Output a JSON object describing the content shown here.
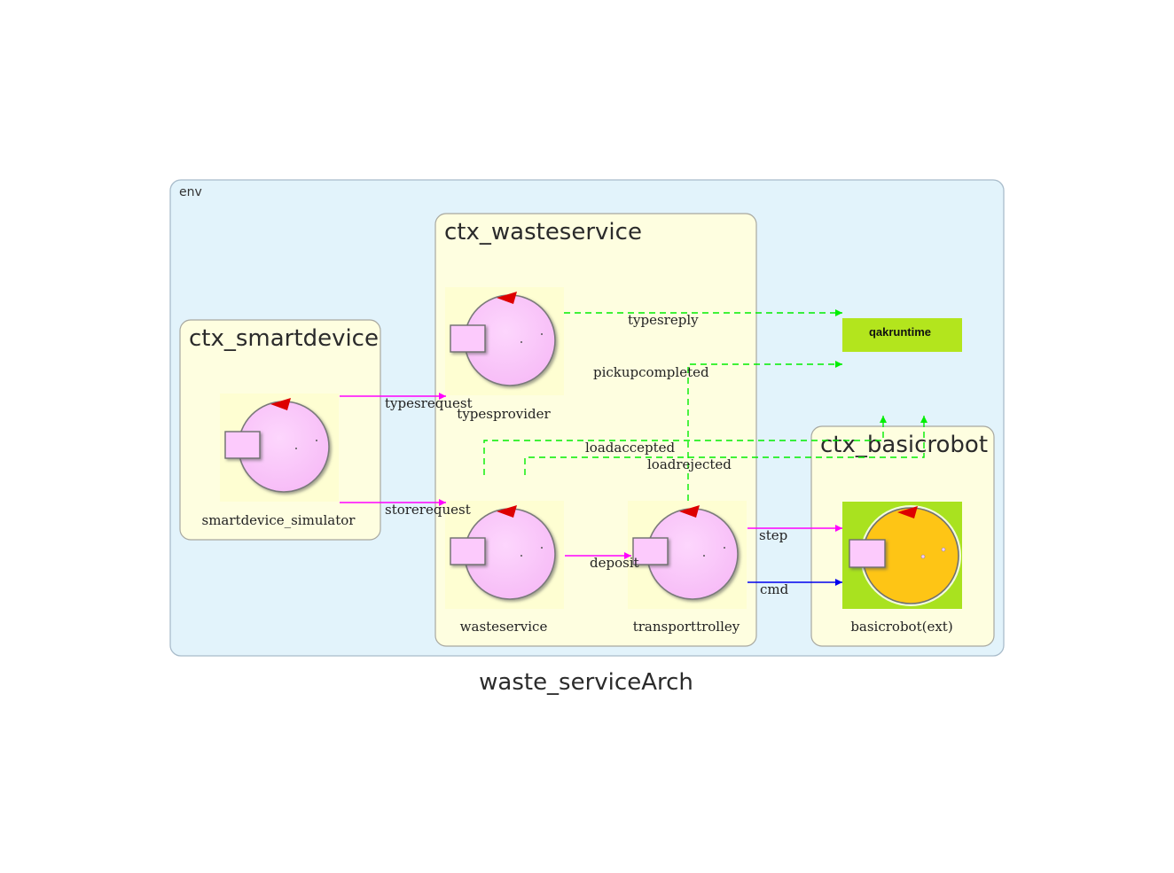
{
  "title": "waste_serviceArch",
  "environment": {
    "label": "env"
  },
  "contexts": {
    "ctx_smartdevice": {
      "title": "ctx_smartdevice"
    },
    "ctx_wasteservice": {
      "title": "ctx_wasteservice"
    },
    "ctx_basicrobot": {
      "title": "ctx_basicrobot"
    }
  },
  "nodes": {
    "smartdevice_simulator": {
      "label": "smartdevice_simulator"
    },
    "typesprovider": {
      "label": "typesprovider"
    },
    "wasteservice": {
      "label": "wasteservice"
    },
    "transporttrolley": {
      "label": "transporttrolley"
    },
    "basicrobot": {
      "label": "basicrobot(ext)"
    },
    "qakruntime": {
      "label": "qakruntime"
    }
  },
  "edges": {
    "typesrequest": {
      "label": "typesrequest",
      "from": "smartdevice_simulator",
      "to": "typesprovider",
      "style": "request"
    },
    "storerequest": {
      "label": "storerequest",
      "from": "smartdevice_simulator",
      "to": "wasteservice",
      "style": "request"
    },
    "typesreply": {
      "label": "typesreply",
      "from": "typesprovider",
      "to": "qakruntime",
      "style": "reply"
    },
    "pickupcompleted": {
      "label": "pickupcompleted",
      "from": "transporttrolley",
      "to": "qakruntime",
      "style": "reply"
    },
    "loadaccepted": {
      "label": "loadaccepted",
      "from": "wasteservice",
      "to": "ctx_basicrobot",
      "style": "reply"
    },
    "loadrejected": {
      "label": "loadrejected",
      "from": "wasteservice",
      "to": "ctx_basicrobot",
      "style": "reply"
    },
    "deposit": {
      "label": "deposit",
      "from": "wasteservice",
      "to": "transporttrolley",
      "style": "request"
    },
    "step": {
      "label": "step",
      "from": "transporttrolley",
      "to": "basicrobot",
      "style": "request"
    },
    "cmd": {
      "label": "cmd",
      "from": "transporttrolley",
      "to": "basicrobot",
      "style": "dispatch"
    }
  },
  "colors": {
    "env_fill": "#e2f3fb",
    "env_border": "#a9bccb",
    "context_fill": "#fefee0",
    "context_border": "#a8a8a0",
    "actor_fill": "#fccafc",
    "ext_actor_fill": "#fec515",
    "ext_bg": "#a9e21f",
    "qakruntime_fill": "#b3e51d",
    "request": "#ff00ff",
    "reply": "#00ee00",
    "dispatch": "#0000ee",
    "marker": "#dd0000"
  }
}
